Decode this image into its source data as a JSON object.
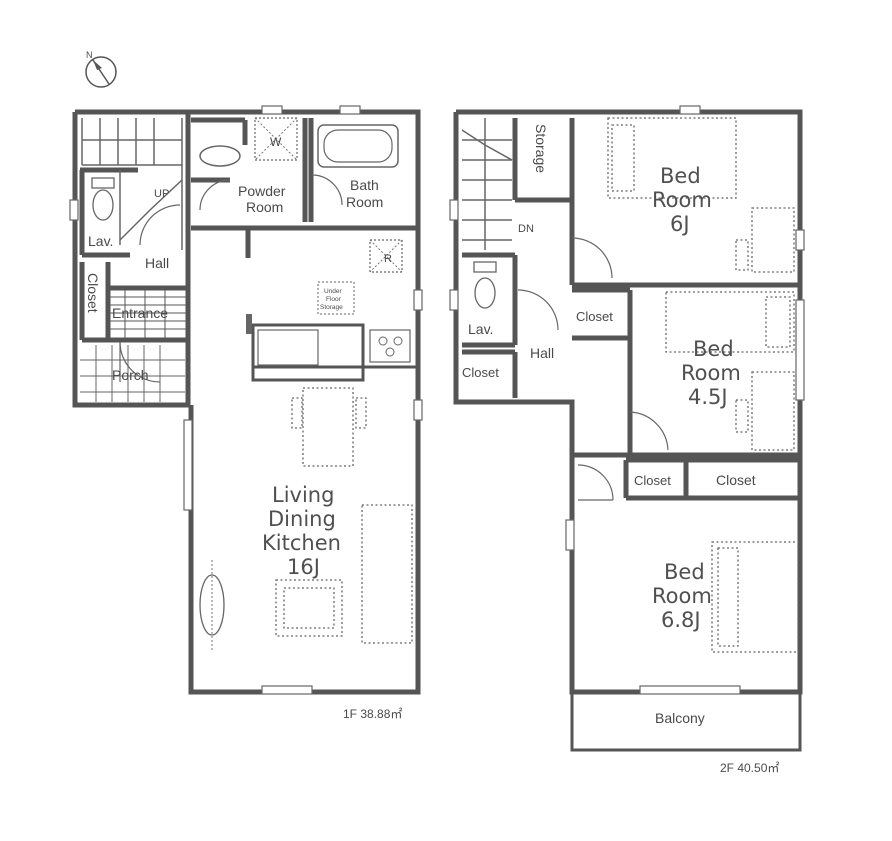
{
  "compass": {
    "north_label": "N",
    "icon": "compass-north-icon"
  },
  "floor1": {
    "area_label": "1F 38.88㎡",
    "rooms": {
      "up": "UP",
      "lav": "Lav.",
      "hall": "Hall",
      "closet": "Closet",
      "entrance": "Entrance",
      "porch": "Porch",
      "w": "W",
      "powder1": "Powder",
      "powder2": "Room",
      "bath1": "Bath",
      "bath2": "Room",
      "r": "R",
      "under1": "Under",
      "under2": "Floor",
      "under3": "Storage",
      "ldk1": "Living",
      "ldk2": "Dining",
      "ldk3": "Kitchen",
      "ldk4": "16J"
    }
  },
  "floor2": {
    "area_label": "2F 40.50㎡",
    "rooms": {
      "storage": "Storage",
      "dn": "DN",
      "lav": "Lav.",
      "hall": "Hall",
      "closet_a": "Closet",
      "closet_b": "Closet",
      "closet_c": "Closet",
      "closet_d": "Closet",
      "bed1_1": "Bed",
      "bed1_2": "Room",
      "bed1_3": "6J",
      "bed2_1": "Bed",
      "bed2_2": "Room",
      "bed2_3": "4.5J",
      "bed3_1": "Bed",
      "bed3_2": "Room",
      "bed3_3": "6.8J",
      "balcony": "Balcony"
    }
  }
}
